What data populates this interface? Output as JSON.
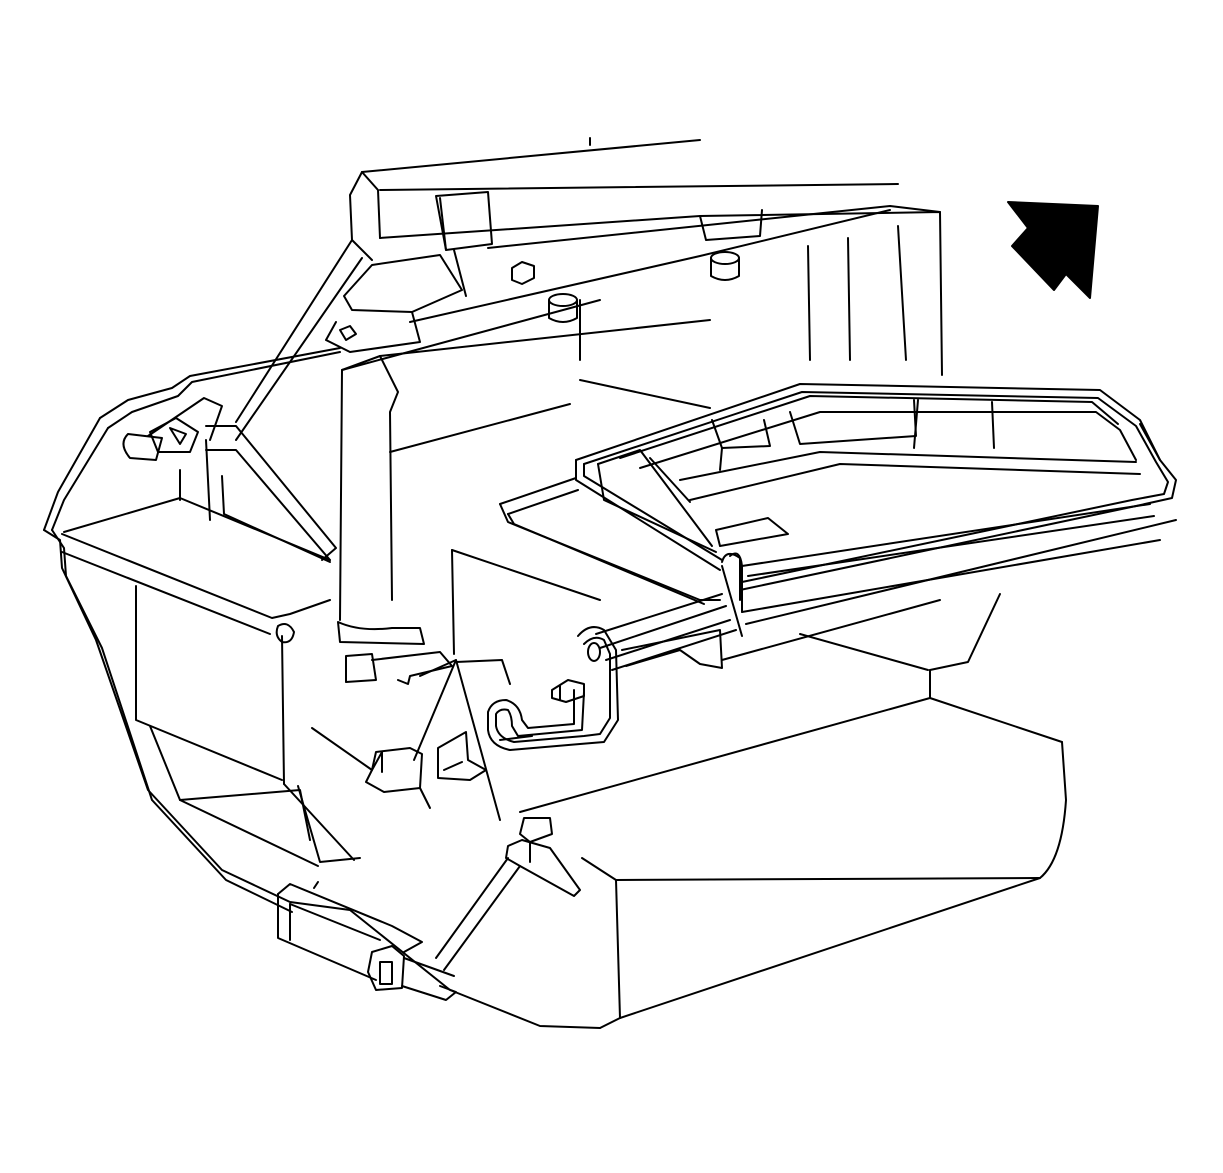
{
  "figure": {
    "kind": "line-art technical illustration",
    "line_color": "#000000",
    "background_color": "#ffffff",
    "components": [
      "hvac-module-housing",
      "upper-duct",
      "temperature-door-actuator-assembly",
      "door-link-rod",
      "mounting-tab",
      "lower-outlet-duct",
      "direction-arrow"
    ],
    "arrow_icon": "direction-arrow-icon"
  }
}
